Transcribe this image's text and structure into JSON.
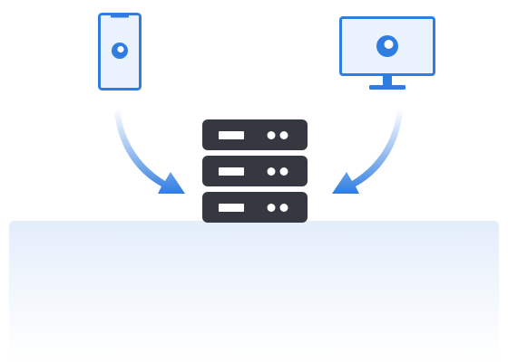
{
  "diagram": {
    "nodes": [
      {
        "id": "phone",
        "icon": "smartphone-icon"
      },
      {
        "id": "monitor",
        "icon": "desktop-monitor-icon"
      },
      {
        "id": "server",
        "icon": "server-rack-icon",
        "units": 3
      }
    ],
    "edges": [
      {
        "from": "phone",
        "to": "server"
      },
      {
        "from": "monitor",
        "to": "server"
      }
    ],
    "colors": {
      "accent": "#2f7de1",
      "accent_light": "#eaf2fd",
      "server": "#353841",
      "server_detail": "#ffffff",
      "platform_top": "#e3edfb",
      "arrow_start": "#ffffff",
      "arrow_end": "#2f7de1"
    }
  }
}
